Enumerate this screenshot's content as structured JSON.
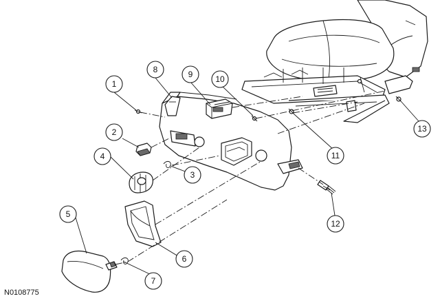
{
  "figure": {
    "reference_code": "N0108775",
    "callouts": [
      {
        "id": "callout-1",
        "label": "1"
      },
      {
        "id": "callout-2",
        "label": "2"
      },
      {
        "id": "callout-3",
        "label": "3"
      },
      {
        "id": "callout-4",
        "label": "4"
      },
      {
        "id": "callout-5",
        "label": "5"
      },
      {
        "id": "callout-6",
        "label": "6"
      },
      {
        "id": "callout-7",
        "label": "7"
      },
      {
        "id": "callout-8",
        "label": "8"
      },
      {
        "id": "callout-9",
        "label": "9"
      },
      {
        "id": "callout-10",
        "label": "10"
      },
      {
        "id": "callout-11",
        "label": "11"
      },
      {
        "id": "callout-12",
        "label": "12"
      },
      {
        "id": "callout-13",
        "label": "13"
      }
    ]
  },
  "colors": {
    "line": "#1a1a1a",
    "background": "#ffffff",
    "shading": "#6a6a6a"
  }
}
